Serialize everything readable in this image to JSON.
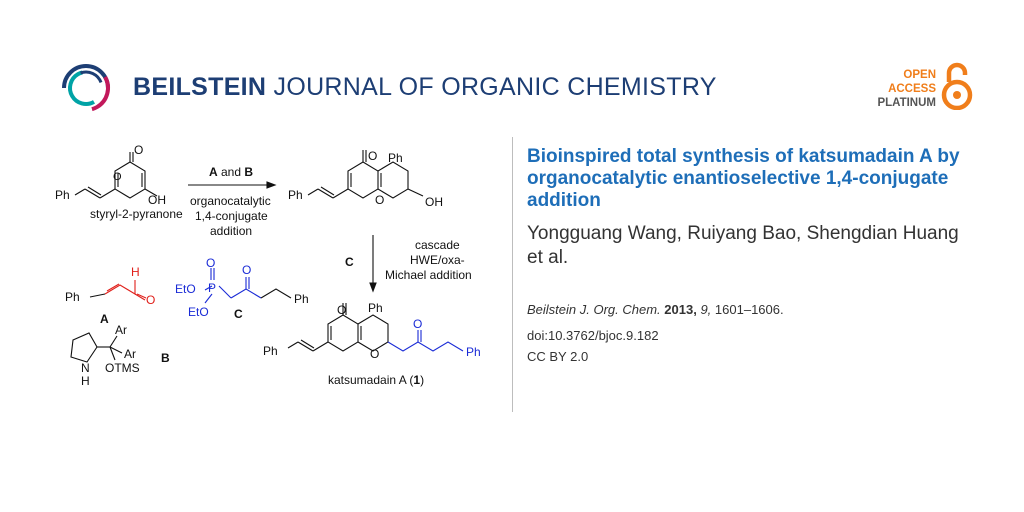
{
  "header": {
    "journal_bold": "BEILSTEIN",
    "journal_rest": "JOURNAL OF ORGANIC CHEMISTRY",
    "oa_line1": "OPEN",
    "oa_line2": "ACCESS",
    "oa_line3": "PLATINUM"
  },
  "article": {
    "title": "Bioinspired total synthesis of katsumadain A by organocatalytic enantioselective 1,4-conjugate addition",
    "authors": "Yongguang Wang, Ruiyang Bao, Shengdian Huang et al.",
    "journal_abbrev": "Beilstein J. Org. Chem.",
    "year": "2013,",
    "volume": "9,",
    "pages": "1601–1606.",
    "doi": "doi:10.3762/bjoc.9.182",
    "license": "CC BY 2.0"
  },
  "scheme": {
    "step1_reagents": "A and B",
    "step1_line1": "organocatalytic",
    "step1_line2": "1,4-conjugate",
    "step1_line3": "addition",
    "step2_reagent": "C",
    "step2_line1": "cascade",
    "step2_line2": "HWE/oxa-",
    "step2_line3": "Michael addition",
    "start_label": "styryl-2-pyranone",
    "product_label": "katsumadain A (",
    "product_number": "1",
    "product_close": ")",
    "label_a": "A",
    "label_b": "B",
    "label_c": "C",
    "ph": "Ph",
    "oh": "OH",
    "o": "O",
    "h": "H",
    "eto": "EtO",
    "p": "P",
    "ar": "Ar",
    "otms": "OTMS",
    "nh_n": "N",
    "nh_h": "H"
  },
  "colors": {
    "brand_blue": "#1d3e74",
    "title_blue": "#1e6eb8",
    "oa_orange": "#f07e1b",
    "red": "#e0201b",
    "blue": "#1a2bd6"
  }
}
